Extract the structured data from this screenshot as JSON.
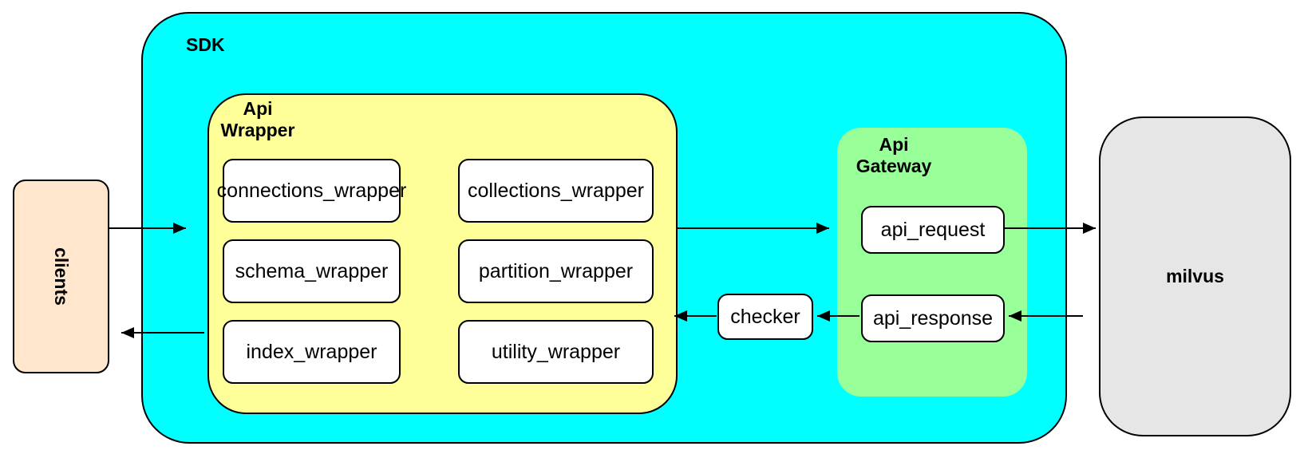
{
  "colors": {
    "canvas_bg": "#FFFFFF",
    "sdk_fill": "#00FFFF",
    "wrapper_fill": "#FFFF99",
    "gateway_fill": "#99FF99",
    "clients_fill": "#FFE6CC",
    "milvus_fill": "#E6E6E6",
    "node_fill": "#FFFFFF",
    "stroke": "#000000"
  },
  "clients": {
    "label": "clients"
  },
  "sdk": {
    "label": "SDK",
    "api_wrapper": {
      "label_lines": [
        "Api",
        "Wrapper"
      ],
      "nodes": [
        "connections_wrapper",
        "collections_wrapper",
        "schema_wrapper",
        "partition_wrapper",
        "index_wrapper",
        "utility_wrapper"
      ]
    },
    "checker": {
      "label": "checker"
    },
    "api_gateway": {
      "label_lines": [
        "Api",
        "Gateway"
      ],
      "nodes": [
        "api_request",
        "api_response"
      ]
    }
  },
  "milvus": {
    "label": "milvus"
  }
}
